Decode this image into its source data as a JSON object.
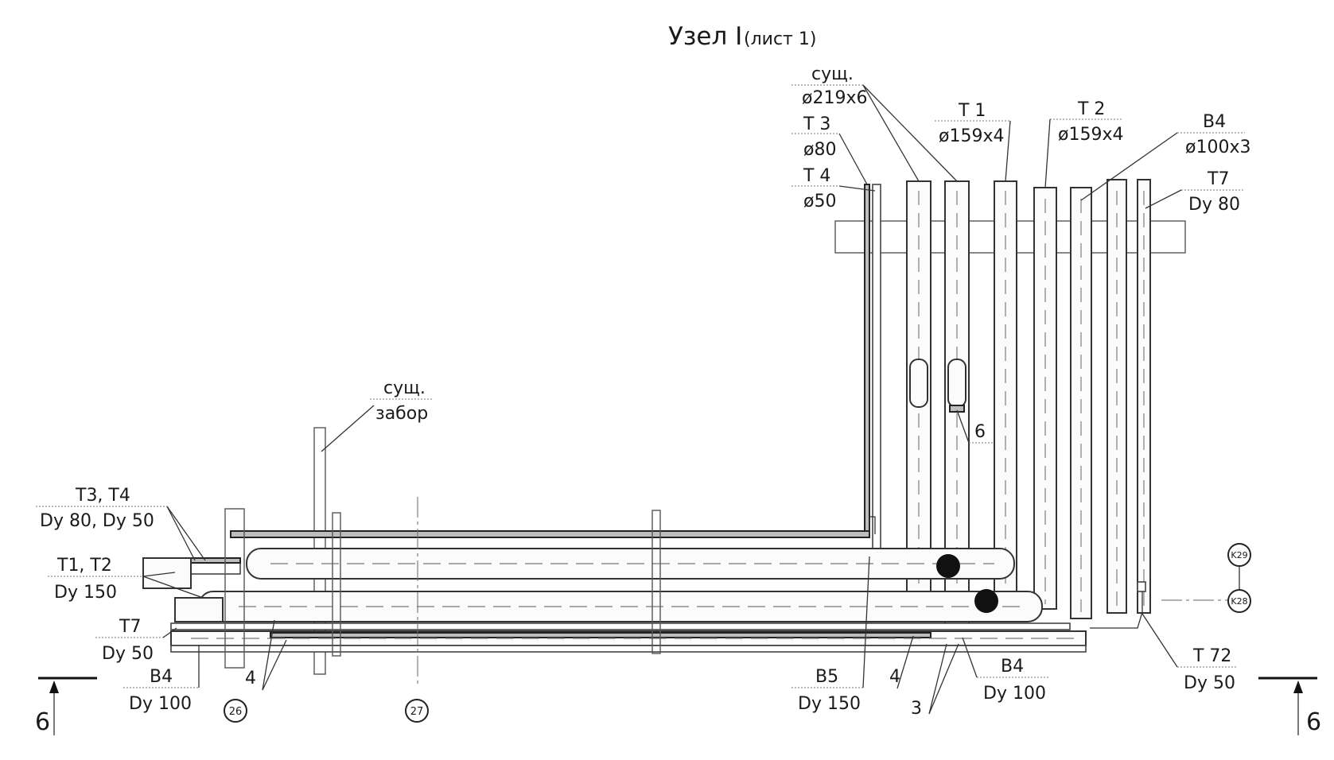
{
  "title": "Узел I",
  "subtitle": "(лист 1)",
  "labels": {
    "existing_top_line1": "сущ.",
    "existing_top_line2": "ø219x6",
    "t3_name": "Т 3",
    "t3_size": "ø80",
    "t4_name": "Т 4",
    "t4_size": "ø50",
    "t1_name": "Т 1",
    "t1_size": "ø159x4",
    "t2_name": "Т 2",
    "t2_size": "ø159x4",
    "b4_name": "В4",
    "b4_size": "ø100x3",
    "t7_name": "Т7",
    "t7_size": "Dy 80",
    "fence_line1": "сущ.",
    "fence_line2": "забор",
    "left_t3t4_name": "Т3, Т4",
    "left_t3t4_size": "Dy 80, Dy 50",
    "left_t1t2_name": "Т1, Т2",
    "left_t1t2_size": "Dy 150",
    "left_t7_name": "Т7",
    "left_t7_size": "Dy 50",
    "left_b4_name": "В4",
    "left_b4_size": "Dy 100",
    "bottom_b5_name": "В5",
    "bottom_b5_size": "Dy 150",
    "bottom_b4_name": "В4",
    "bottom_b4_size": "Dy 100",
    "t72_name": "Т 72",
    "t72_size": "Dy 50",
    "pos_6": "6",
    "pos_4_left": "4",
    "pos_4_mid": "4",
    "pos_3": "3"
  },
  "markers": {
    "axis_26": "26",
    "axis_27": "27",
    "k29": "K29",
    "k28": "K28"
  },
  "section": {
    "left": "6",
    "right": "6"
  }
}
